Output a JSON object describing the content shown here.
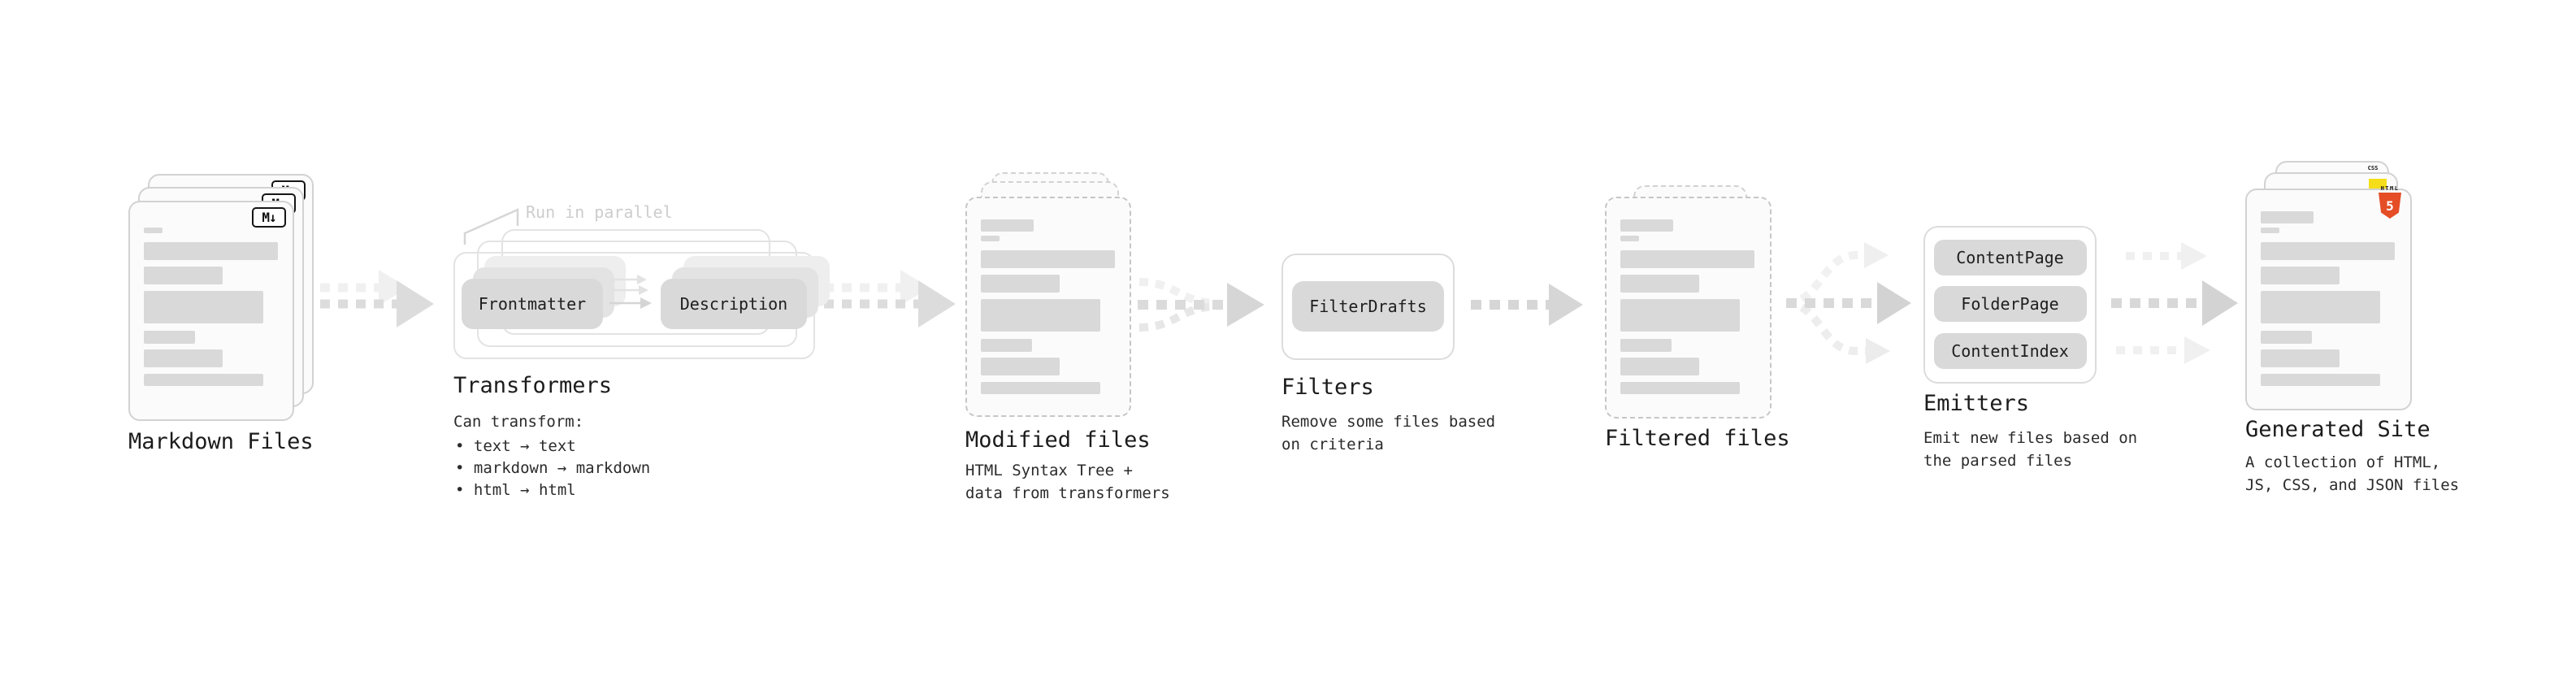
{
  "stages": {
    "markdown": {
      "title": "Markdown Files",
      "badge": "M↓"
    },
    "transformers": {
      "title": "Transformers",
      "note": "Run in parallel",
      "pill_left": "Frontmatter",
      "pill_right": "Description",
      "desc_heading": "Can transform:",
      "bullets": [
        "• text → text",
        "• markdown → markdown",
        "• html → html"
      ]
    },
    "modified": {
      "title": "Modified files",
      "subtitle": "HTML Syntax Tree +\ndata from transformers"
    },
    "filters": {
      "title": "Filters",
      "pill": "FilterDrafts",
      "subtitle": "Remove some files based\non criteria"
    },
    "filtered": {
      "title": "Filtered files"
    },
    "emitters": {
      "title": "Emitters",
      "pills": [
        "ContentPage",
        "FolderPage",
        "ContentIndex"
      ],
      "subtitle": "Emit new files based on\nthe parsed files"
    },
    "site": {
      "title": "Generated Site",
      "subtitle": "A collection of HTML,\nJS, CSS, and JSON files",
      "badge_css": "CSS",
      "badge_html_label": "HTML",
      "badge_html_number": "5"
    }
  },
  "colors": {
    "html5_orange": "#e44d26",
    "js_yellow": "#f5de19",
    "css_blue": "#2d6ce0",
    "skeleton_gray": "#d9d9d9",
    "note_gray": "#cdcdcd"
  }
}
